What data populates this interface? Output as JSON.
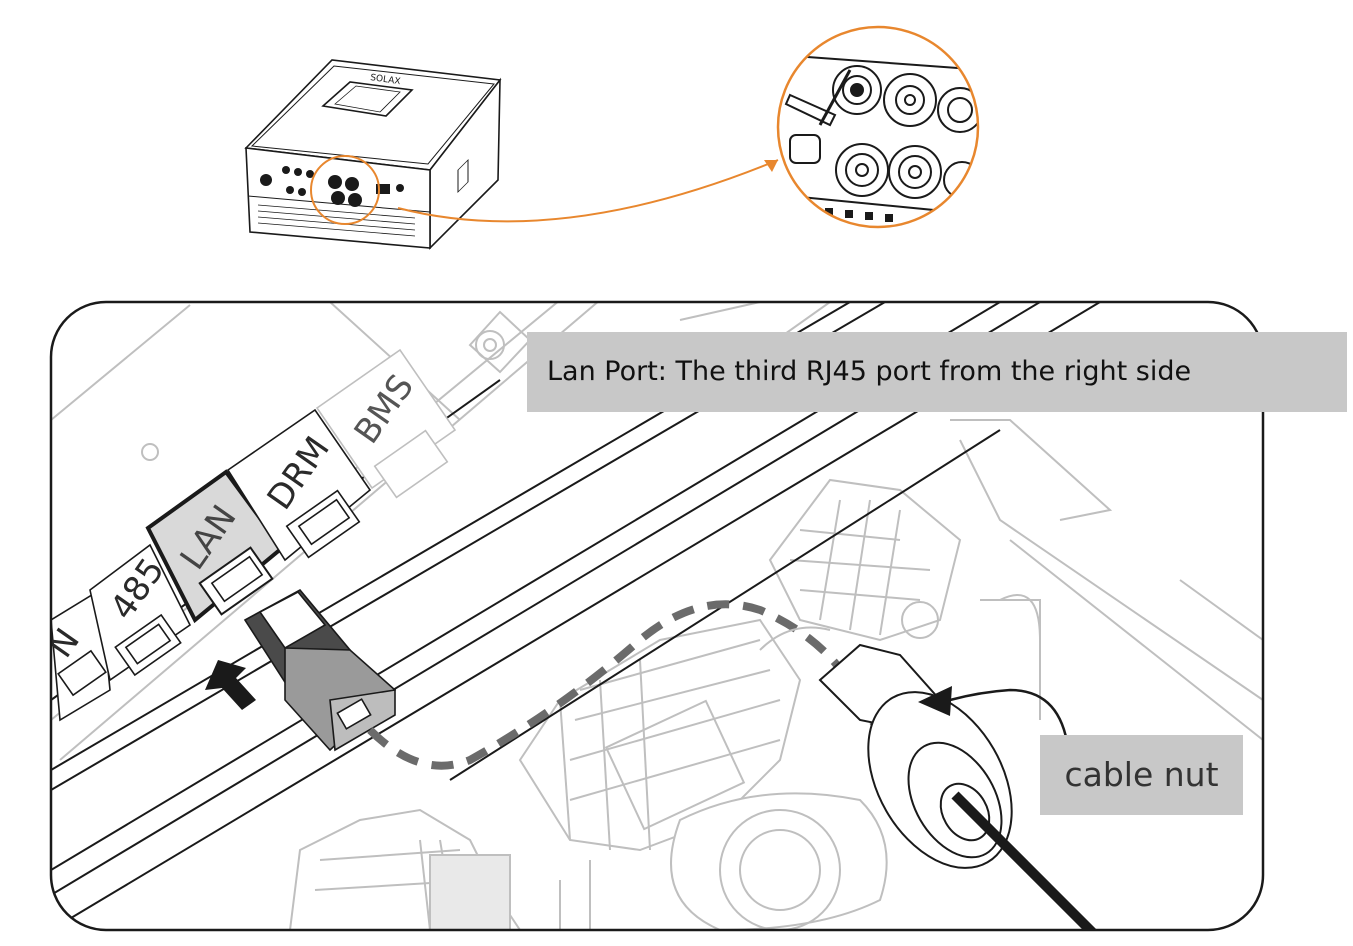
{
  "inverter": {
    "brand_text": "SOLAX"
  },
  "ports": {
    "lan": "LAN",
    "drm": "DRM",
    "bms": "BMS",
    "p485": "485",
    "partial": "N"
  },
  "callouts": {
    "lan_port_note": "Lan Port:  The third RJ45 port from the right side",
    "cable_nut": "cable nut"
  },
  "colors": {
    "accent_orange": "#e8872e",
    "callout_bg": "#c8c8c8",
    "line_dark": "#1a1a1a",
    "line_light": "#bfbfbf",
    "dashed_cable": "#6b6b6b"
  }
}
